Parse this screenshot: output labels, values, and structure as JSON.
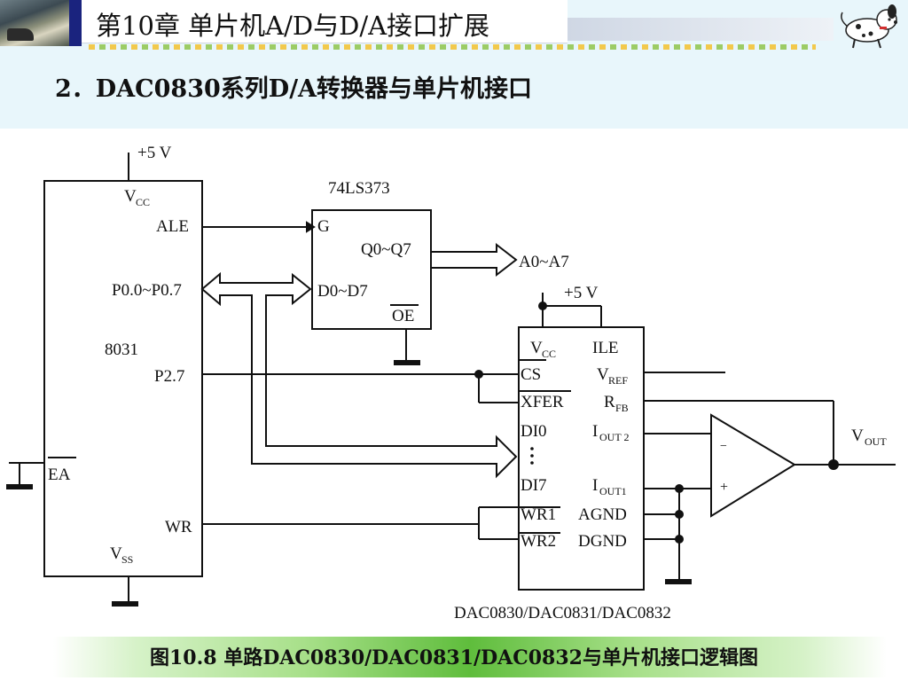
{
  "header": {
    "chapter_title": "第10章 单片机A/D与D/A接口扩展",
    "section_heading": "2．DAC0830系列D/A转换器与单片机接口",
    "photo_icon": "excavator-photo-icon",
    "mascot_icon": "dalmatian-dog-icon",
    "accent_colors": {
      "title_bar": "#1a237e",
      "background": "#e8f6fb"
    }
  },
  "diagram": {
    "mcu": {
      "vcc_supply": "+5 V",
      "vcc": "V",
      "vcc_sub": "CC",
      "ale": "ALE",
      "port0": "P0.0~P0.7",
      "chip": "8031",
      "p27": "P2.7",
      "ea": "EA",
      "wr": "WR",
      "vss": "V",
      "vss_sub": "SS"
    },
    "latch": {
      "chip": "74LS373",
      "g": "G",
      "q": "Q0~Q7",
      "d": "D0~D7",
      "oe": "OE",
      "addr_bus": "A0~A7"
    },
    "dac": {
      "supply": "+5 V",
      "vcc": "V",
      "vcc_sub": "CC",
      "ile": "ILE",
      "cs": "CS",
      "vref": "V",
      "vref_sub": "REF",
      "xfer": "XFER",
      "rfb": "R",
      "rfb_sub": "FB",
      "di0": "DI0",
      "iout2": "I",
      "iout2_sub": "OUT 2",
      "di7": "DI7",
      "iout1": "I",
      "iout1_sub": "OUT1",
      "wr1": "WR1",
      "agnd": "AGND",
      "wr2": "WR2",
      "dgnd": "DGND",
      "chip": "DAC0830/DAC0831/DAC0832"
    },
    "opamp": {
      "minus": "−",
      "plus": "+",
      "vout": "V",
      "vout_sub": "OUT"
    }
  },
  "caption": "图10.8 单路DAC0830/DAC0831/DAC0832与单片机接口逻辑图"
}
